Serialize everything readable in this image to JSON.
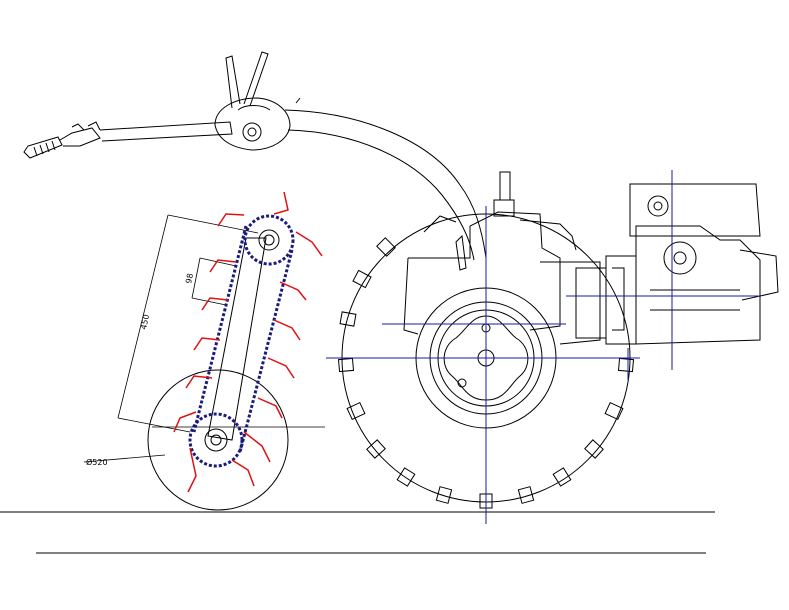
{
  "dimensions": {
    "chain_pitch": "98",
    "boom_length": "450",
    "cutter_diameter": "Ø520"
  },
  "colors": {
    "outline": "#000000",
    "chain": "#1b1b7a",
    "teeth": "#e01010",
    "centerline": "#1a1aa0"
  }
}
